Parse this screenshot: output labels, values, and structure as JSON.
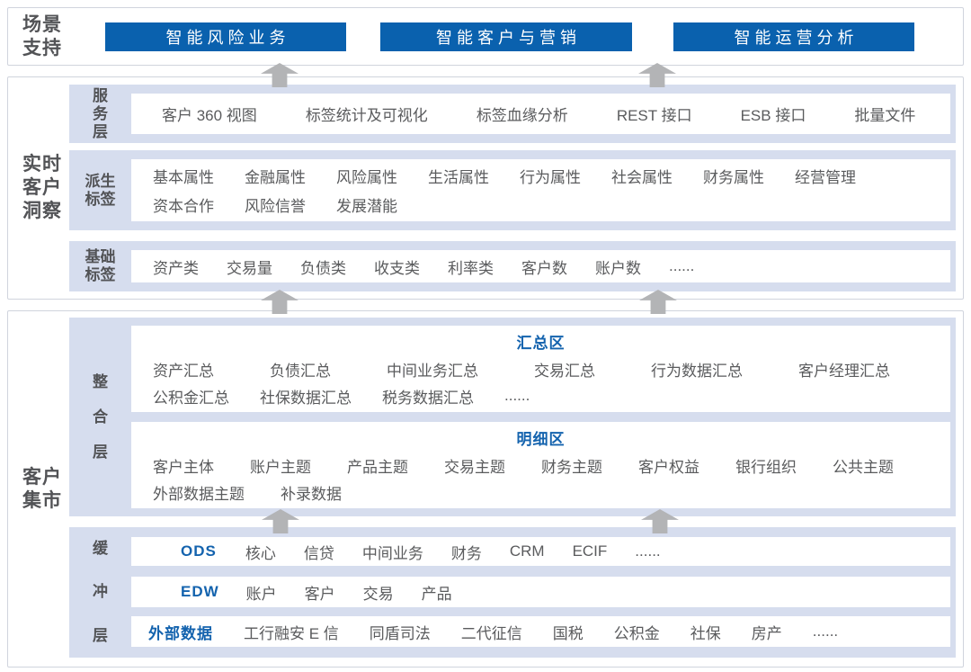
{
  "palette": {
    "button_blue": "#0a61ae",
    "accent_blue": "#1463ae",
    "panel_blue": "#d6ddee",
    "arrow_gray": "#b3b4b6",
    "border_gray": "#d0d4dd",
    "text_gray": "#5a5b5d",
    "label_gray": "#525356"
  },
  "scenario": {
    "label_lines": [
      "场景",
      "支持"
    ],
    "buttons": [
      "智能风险业务",
      "智能客户与营销",
      "智能运营分析"
    ]
  },
  "insight": {
    "label_lines": [
      "实时",
      "客户",
      "洞察"
    ],
    "service": {
      "layer_lines": [
        "服",
        "务",
        "层"
      ],
      "items": [
        "客户 360 视图",
        "标签统计及可视化",
        "标签血缘分析",
        "REST 接口",
        "ESB 接口",
        "批量文件"
      ]
    },
    "derived": {
      "layer_lines": [
        "派生",
        "标签"
      ],
      "line1": [
        "基本属性",
        "金融属性",
        "风险属性",
        "生活属性",
        "行为属性",
        "社会属性",
        "财务属性",
        "经营管理"
      ],
      "line2": [
        "资本合作",
        "风险信誉",
        "发展潜能"
      ]
    },
    "basic": {
      "layer_lines": [
        "基础",
        "标签"
      ],
      "items": [
        "资产类",
        "交易量",
        "负债类",
        "收支类",
        "利率类",
        "客户数",
        "账户数",
        "......"
      ]
    }
  },
  "mart": {
    "label_lines": [
      "客户",
      "集市"
    ],
    "integration": {
      "layer_lines": [
        "整",
        "合",
        "层"
      ],
      "summary": {
        "title": "汇总区",
        "line1": [
          "资产汇总",
          "负债汇总",
          "中间业务汇总",
          "交易汇总",
          "行为数据汇总",
          "客户经理汇总"
        ],
        "line2": [
          "公积金汇总",
          "社保数据汇总",
          "税务数据汇总",
          "......"
        ]
      },
      "detail": {
        "title": "明细区",
        "line1": [
          "客户主体",
          "账户主题",
          "产品主题",
          "交易主题",
          "财务主题",
          "客户权益",
          "银行组织",
          "公共主题"
        ],
        "line2": [
          "外部数据主题",
          "补录数据"
        ]
      }
    },
    "buffer": {
      "layer_lines": [
        "缓",
        "冲",
        "层"
      ],
      "rows": [
        {
          "name": "ODS",
          "items": [
            "核心",
            "信贷",
            "中间业务",
            "财务",
            "CRM",
            "ECIF",
            "......"
          ]
        },
        {
          "name": "EDW",
          "items": [
            "账户",
            "客户",
            "交易",
            "产品"
          ]
        },
        {
          "name": "外部数据",
          "items": [
            "工行融安 E 信",
            "同盾司法",
            "二代征信",
            "国税",
            "公积金",
            "社保",
            "房产",
            "......"
          ]
        }
      ]
    }
  }
}
